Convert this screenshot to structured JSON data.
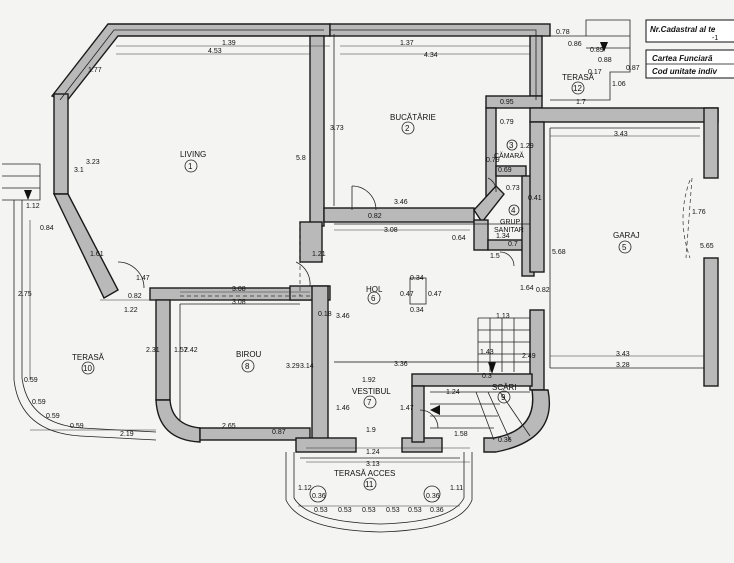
{
  "title_block": {
    "line1": "Nr.Cadastral  al  te",
    "line1_sub": "-1",
    "line2": "Cartea Funciară",
    "line3": "Cod unitate indiv"
  },
  "rooms": [
    {
      "key": "living",
      "name": "LIVING",
      "num": "1"
    },
    {
      "key": "bucatarie",
      "name": "BUCĂTĂRIE",
      "num": "2"
    },
    {
      "key": "camara",
      "name": "CĂMARĂ",
      "num": "3"
    },
    {
      "key": "grup",
      "name": "GRUP",
      "name2": "SANITAR",
      "num": "4"
    },
    {
      "key": "garaj",
      "name": "GARAJ",
      "num": "5"
    },
    {
      "key": "hol",
      "name": "HOL",
      "num": "6"
    },
    {
      "key": "vestibul",
      "name": "VESTIBUL",
      "num": "7"
    },
    {
      "key": "birou",
      "name": "BIROU",
      "num": "8"
    },
    {
      "key": "scari",
      "name": "SCĂRI",
      "num": "9"
    },
    {
      "key": "terasa_w",
      "name": "TERASĂ",
      "num": "10"
    },
    {
      "key": "terasa_acces",
      "name": "TERASĂ ACCES",
      "num": "11"
    },
    {
      "key": "terasa_ne",
      "name": "TERASĂ",
      "num": "12"
    }
  ],
  "dimensions": [
    "1.39",
    "4.53",
    "1.37",
    "4.34",
    "0.78",
    "0.86",
    "0.88",
    "0.89",
    "0.87",
    "1.06",
    "0.17",
    "1.77",
    "3.23",
    "3.1",
    "0.84",
    "1.12",
    "1.61",
    "2.75",
    "5.8",
    "3.73",
    "0.95",
    "1.7",
    "0.79",
    "1.29",
    "0.69",
    "0.79",
    "0.73",
    "3.43",
    "0.41",
    "1.76",
    "5.65",
    "5.68",
    "3.46",
    "0.82",
    "3.08",
    "0.64",
    "1.34",
    "0.7",
    "1.5",
    "1.21",
    "1.47",
    "0.82",
    "1.22",
    "3.08",
    "3.08",
    "0.34",
    "0.34",
    "0.47",
    "0.47",
    "2.31",
    "1.57",
    "2.42",
    "3.29",
    "3.14",
    "0.18",
    "3.46",
    "1.13",
    "1.64",
    "0.82",
    "1.43",
    "2.49",
    "3.36",
    "1.92",
    "1.24",
    "0.3",
    "3.43",
    "3.28",
    "1.46",
    "1.47",
    "0.59",
    "0.59",
    "0.59",
    "0.59",
    "2.19",
    "0.87",
    "2.65",
    "1.9",
    "1.58",
    "0.36",
    "1.24",
    "3.13",
    "1.12",
    "1.11",
    "0.36",
    "0.53",
    "0.53",
    "0.53",
    "0.53",
    "0.53",
    "0.36",
    "0.36"
  ]
}
